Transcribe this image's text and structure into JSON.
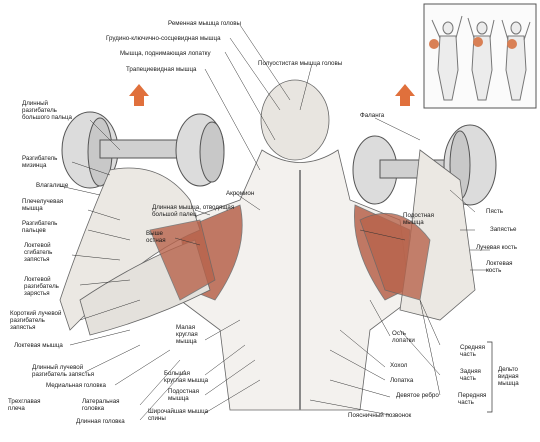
{
  "colors": {
    "muscle": "#b8644c",
    "arrow": "#e0703c",
    "line": "#333333",
    "skin": "#f3f1ee",
    "dumbbell": "#dcdcdc"
  },
  "labels": {
    "rem": "Ременная мышца головы",
    "gkss": "Грудино-ключично-сосцевидная мышца",
    "lop": "Мышца, поднимающая лопатку",
    "trap": "Трапециевидная мышца",
    "poluost": "Полуостистая мышца головы",
    "dlin_razg": "Длинный\nразгибатель\nбольшого пальца",
    "falanga": "Фаланга",
    "razg_mizinca": "Разгибатель\nмизинца",
    "vlagaliche": "Влагалище",
    "akromion": "Акромион",
    "plechelukh": "Плечелучевая\nмышца",
    "dlinnaya_otv": "Длинная мышца, отводящая\nбольшой палец",
    "razg_pal": "Разгибатель\nпальцев",
    "vyshe_ostnaya": "Выше\nостная",
    "pyast": "Пясть",
    "lokt_sgib": "Локтевой\nсгибатель\nзапястья",
    "zapyast": "Запястье",
    "lokt_razg": "Локтевой\nразгибатель\nзapястья",
    "luch_kost": "Лучевая кость",
    "lokt_kost": "Локтевая\nкость",
    "korotkiy": "Короткий лучевой\nразгибатель\nзапястья",
    "loktevaya_m": "Локтевая мышца",
    "dlinnyy_luch": "Длинный лучевой\nразгибатель запястья",
    "med_gol": "Медиальная головка",
    "trehglav": "Трехглавая\nплеча",
    "lat_gol": "Латеральная\nголовка",
    "dlin_gol": "Длинная головка",
    "mal_krug": "Малая\nкруглая\nмышца",
    "bol_krug": "Большая\nкруглая мышца",
    "podost": "Подостная\nмышца",
    "shir_spin": "Широчайшая мышца\nспины",
    "ost_lop": "Ость\nлопатки",
    "khol": "Хохол",
    "lopatka": "Лопатка",
    "dev_rebro": "Девятое ребро",
    "poyasn": "Поясничный позвонок",
    "sred_ch": "Средняя\nчасть",
    "zad_ch": "Задняя\nчасть",
    "per_ch": "Передняя\nчасть",
    "delta": "Дельто\nвидная\nмышца",
    "podosp": "Подостная\nмышца"
  }
}
